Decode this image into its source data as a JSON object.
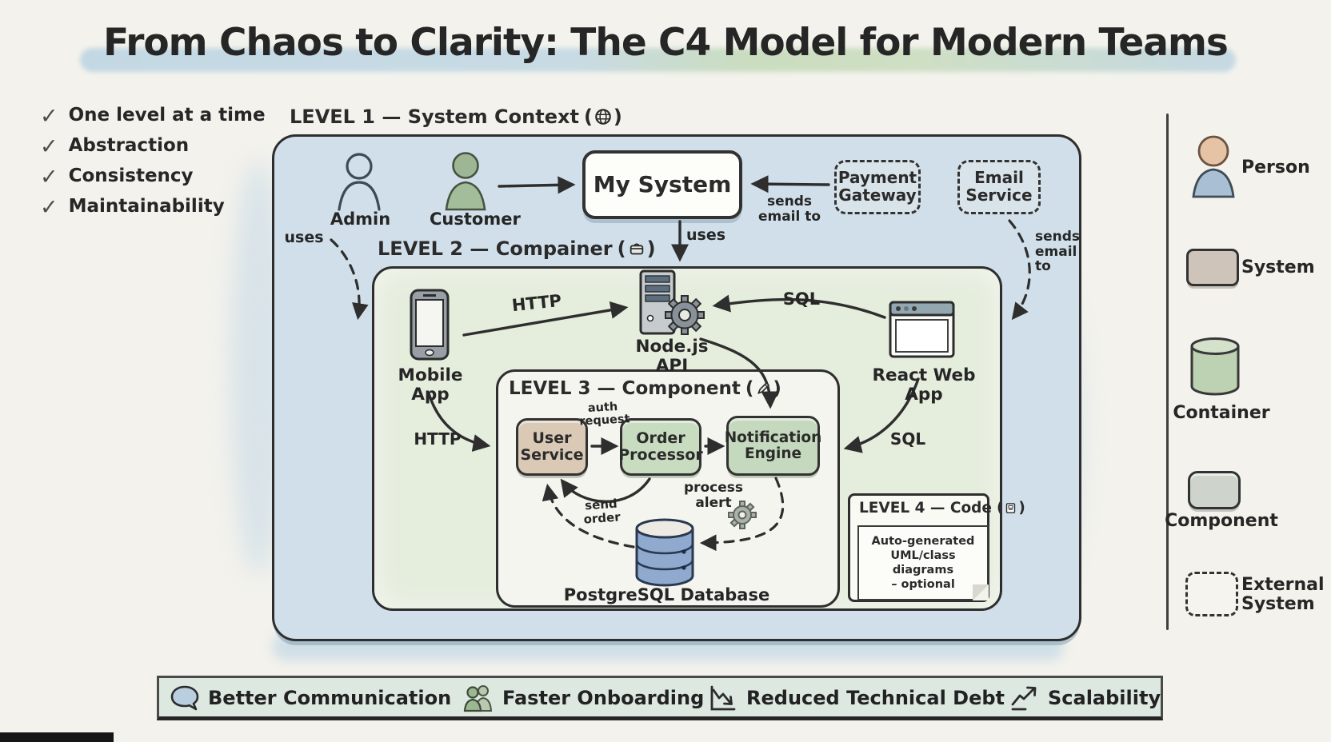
{
  "title": "From Chaos to Clarity: The C4 Model for Modern Teams",
  "checklist": {
    "check_glyph": "✓",
    "items": [
      "One level at a time",
      "Abstraction",
      "Consistency",
      "Maintainability"
    ]
  },
  "diagram": {
    "level1": {
      "label": "LEVEL 1 — System Context",
      "icon": "globe-icon"
    },
    "level2": {
      "label": "LEVEL 2 — Compainer",
      "icon": "package-icon"
    },
    "level3": {
      "label": "LEVEL 3 — Component",
      "icon": "pencil-icon"
    },
    "level4": {
      "label": "LEVEL 4 — Code",
      "icon": "document-icon",
      "note": "Auto-generated\nUML/class diagrams\n– optional"
    },
    "actors": {
      "admin": "Admin",
      "customer": "Customer"
    },
    "nodes": {
      "my_system": "My System",
      "payment_gateway": "Payment\nGateway",
      "email_service": "Email\nService",
      "mobile_app": "Mobile App",
      "nodejs_api": "Node.js API",
      "react_web_app": "React Web App",
      "user_service": "User\nService",
      "order_processor": "Order\nProcessor",
      "notification_engine": "Notification\nEngine",
      "postgresql_database": "PostgreSQL Database"
    },
    "edges": {
      "admin_uses": "uses",
      "system_uses": "uses",
      "pg_sends_email": "sends\nemail to",
      "email_sends_email": "sends\nemail\nto",
      "http_top": "HTTP",
      "sql_top": "SQL",
      "http_side": "HTTP",
      "sql_side": "SQL",
      "auth_request": "auth\nrequest",
      "process_alert": "process alert",
      "send_order": "send\norder"
    }
  },
  "legend": {
    "items": [
      {
        "label": "Person"
      },
      {
        "label": "System"
      },
      {
        "label": "Container"
      },
      {
        "label": "Component"
      },
      {
        "label": "External\nSystem"
      }
    ]
  },
  "footer": {
    "items": [
      {
        "label": "Better Communication"
      },
      {
        "label": "Faster Onboarding"
      },
      {
        "label": "Reduced Technical Debt"
      },
      {
        "label": "Scalability"
      }
    ]
  },
  "colors": {
    "paper": "#f3f2ec",
    "ink": "#2e2e2e",
    "level1_fill": "#d0dfe9",
    "level2_fill": "#e5eddd",
    "level3_fill": "#f5f5ef",
    "external_fill": "#d8e3ea",
    "customer_green": "#a3bd9a",
    "user_service_tan": "#d9c9b5",
    "component_green": "#c8dcbf",
    "database_blue": "#90a9cf",
    "footer_fill": "#dde8e0",
    "highlight_blue": "#b7d2e2",
    "highlight_green": "#c1d8b5"
  }
}
